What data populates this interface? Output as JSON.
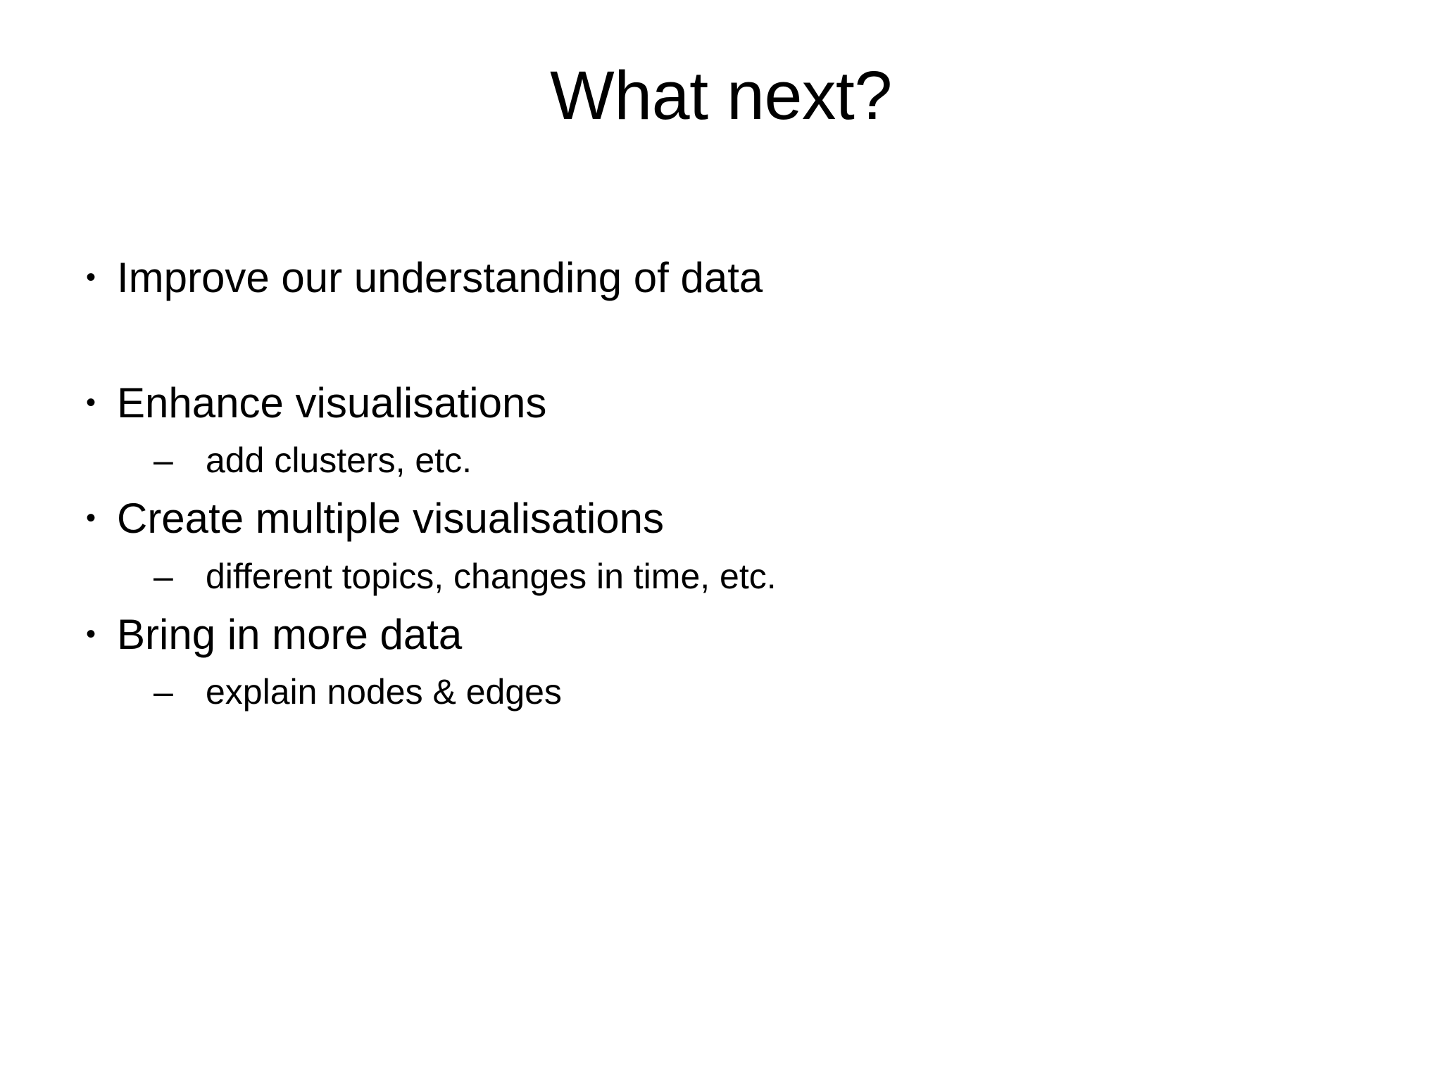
{
  "slide": {
    "title": "What next?",
    "background_color": "#FFFFFF",
    "text_color": "#000000",
    "bullet_glyph": "•",
    "dash_glyph": "–",
    "content": [
      {
        "level": 1,
        "marker": "•",
        "text": "Improve our understanding of data"
      },
      {
        "level": 1,
        "marker": "•",
        "text": "Enhance visualisations"
      },
      {
        "level": 2,
        "marker": "–",
        "text": "add clusters, etc."
      },
      {
        "level": 1,
        "marker": "•",
        "text": "Create multiple visualisations"
      },
      {
        "level": 2,
        "marker": "–",
        "text": "different topics, changes in time, etc."
      },
      {
        "level": 1,
        "marker": "•",
        "text": "Bring in more data"
      },
      {
        "level": 2,
        "marker": "–",
        "text": "explain nodes & edges"
      }
    ]
  }
}
